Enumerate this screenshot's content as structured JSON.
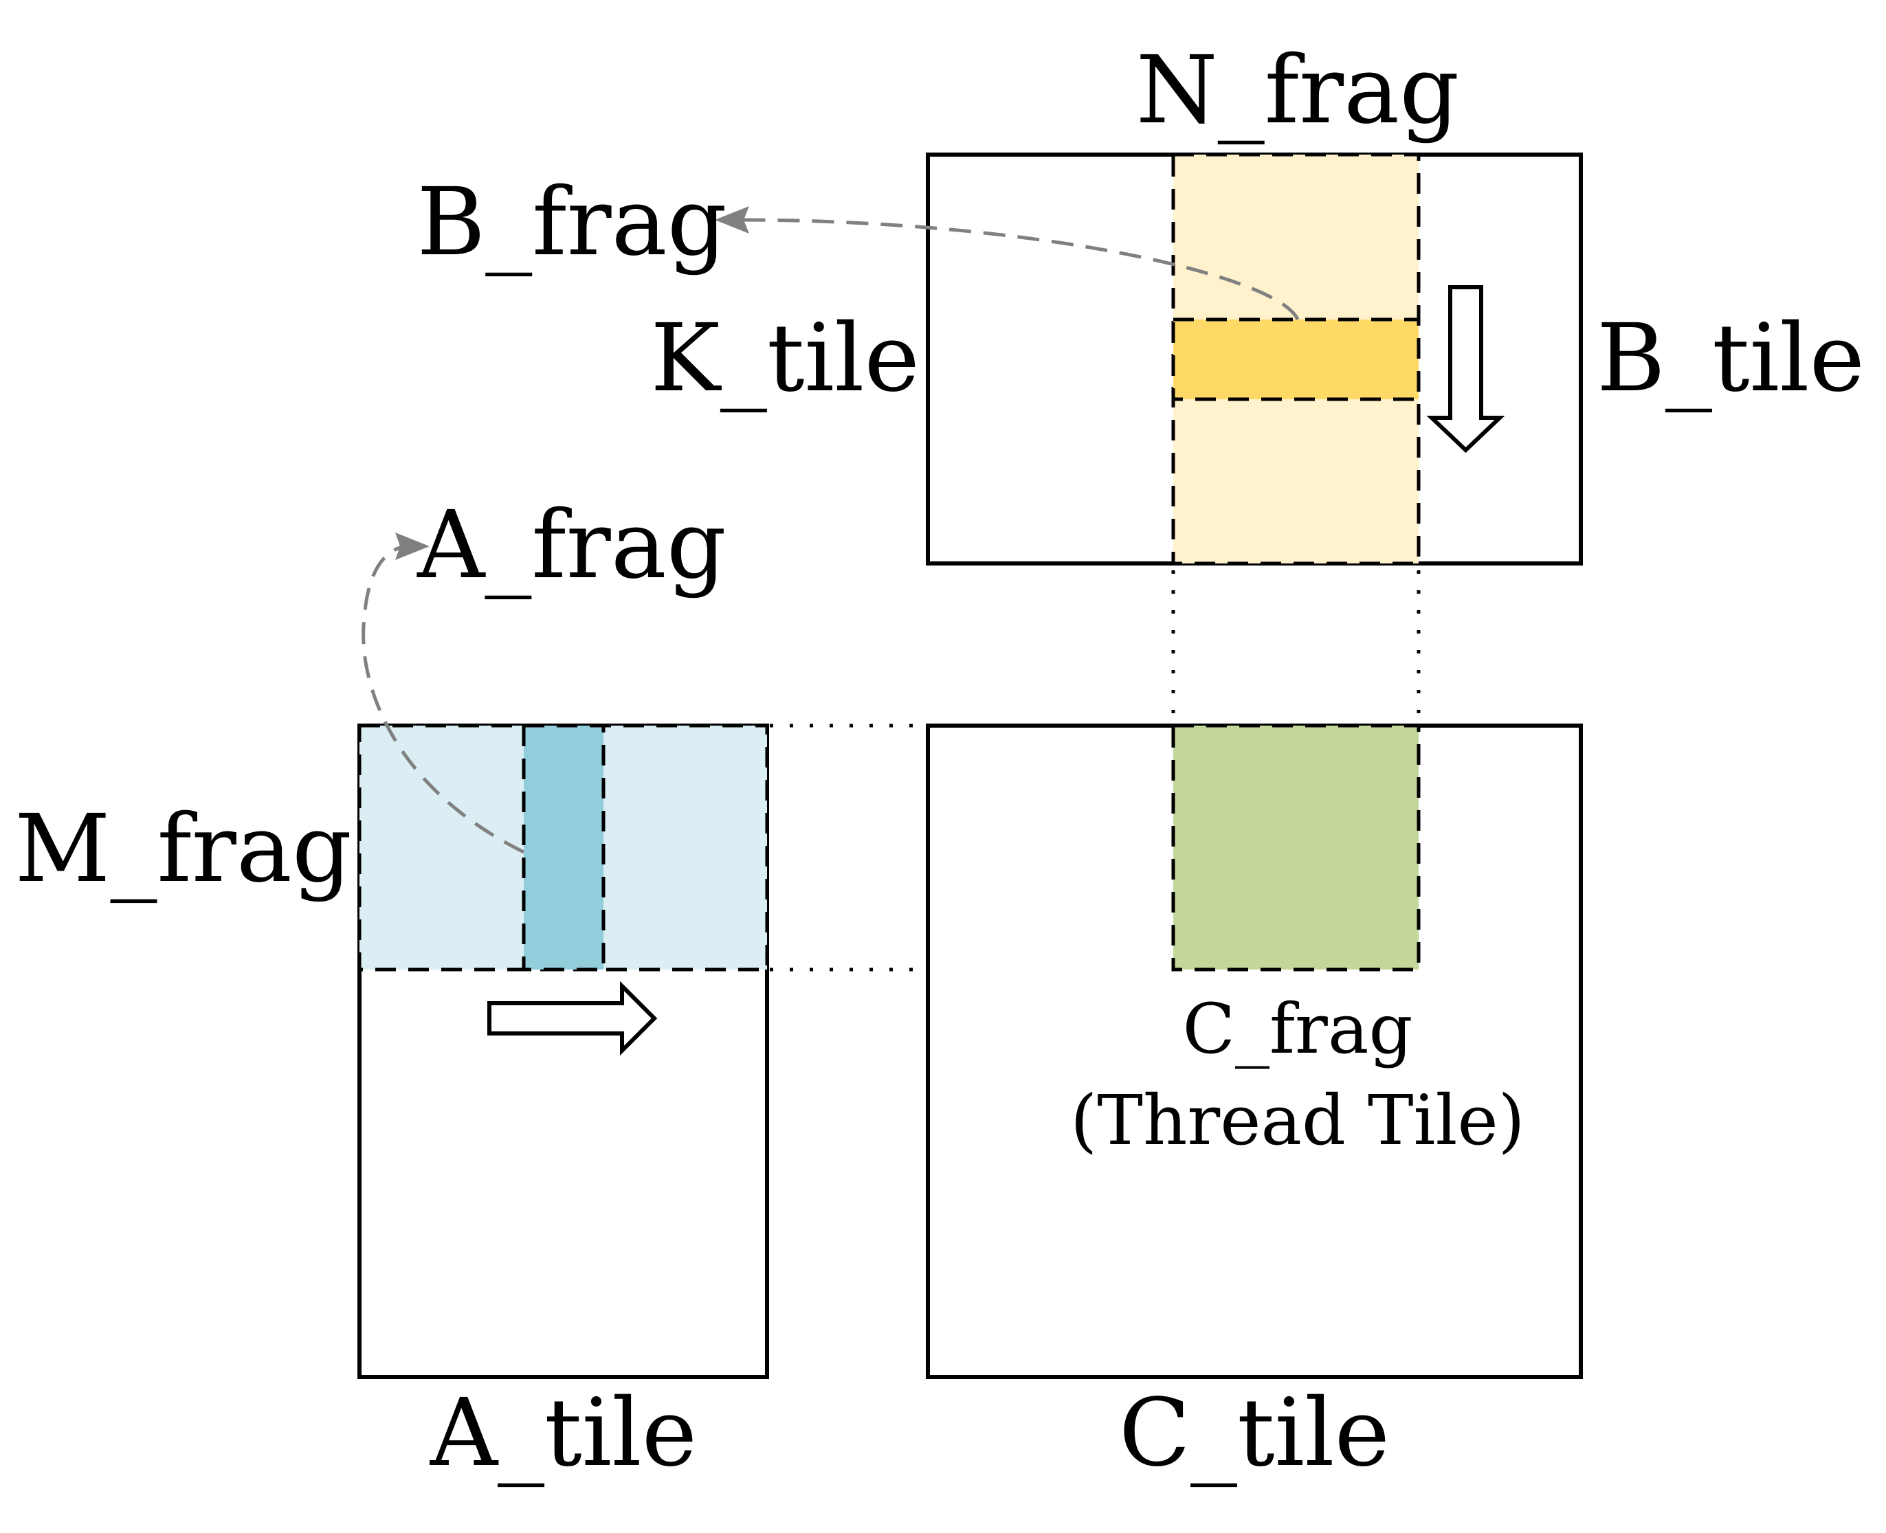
{
  "labels": {
    "n_frag": "N_frag",
    "b_frag": "B_frag",
    "k_tile": "K_tile",
    "b_tile": "B_tile",
    "a_frag": "A_frag",
    "m_frag": "M_frag",
    "c_frag": "C_frag",
    "thread_tile": "(Thread Tile)",
    "a_tile": "A_tile",
    "c_tile": "C_tile"
  },
  "colors": {
    "b_column_fill": "#FFF2CC",
    "b_frag_fill": "#FFD966",
    "a_row_fill": "#DAEEF3",
    "a_frag_fill": "#92CDDC",
    "c_frag_fill": "#C4D79B",
    "border": "#000000",
    "dashed_arrow": "#808080"
  }
}
